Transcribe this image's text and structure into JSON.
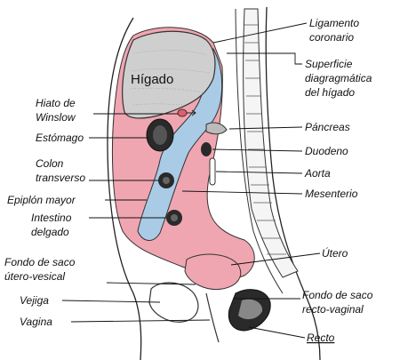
{
  "labels": {
    "higado": "Hígado",
    "ligamento_line1": "Ligamento",
    "ligamento_line2": "coronario",
    "superficie_line1": "Superficie",
    "superficie_line2": "diagragmática",
    "superficie_line3": "del hígado",
    "hiato_line1": "Hiato de",
    "hiato_line2": "Winslow",
    "pancreas": "Páncreas",
    "estomago": "Estómago",
    "duodeno": "Duodeno",
    "colon_line1": "Colon",
    "colon_line2": "transverso",
    "aorta": "Aorta",
    "epiplon": "Epiplón mayor",
    "mesenterio": "Mesenterio",
    "intestino_line1": "Intestino",
    "intestino_line2": "delgado",
    "utero": "Útero",
    "fondo_uv_line1": "Fondo de saco",
    "fondo_uv_line2": "útero-vesical",
    "fondo_rv_line1": "Fondo de saco",
    "fondo_rv_line2": "recto-vaginal",
    "vejiga": "Vejiga",
    "vagina": "Vagina",
    "recto": "Recto"
  },
  "colors": {
    "peritoneum_pink": "#f0a6b1",
    "lesser_sac_blue": "#a9cbe6",
    "liver_gray": "#cfcfcf",
    "organ_dark": "#2a2a2a"
  }
}
